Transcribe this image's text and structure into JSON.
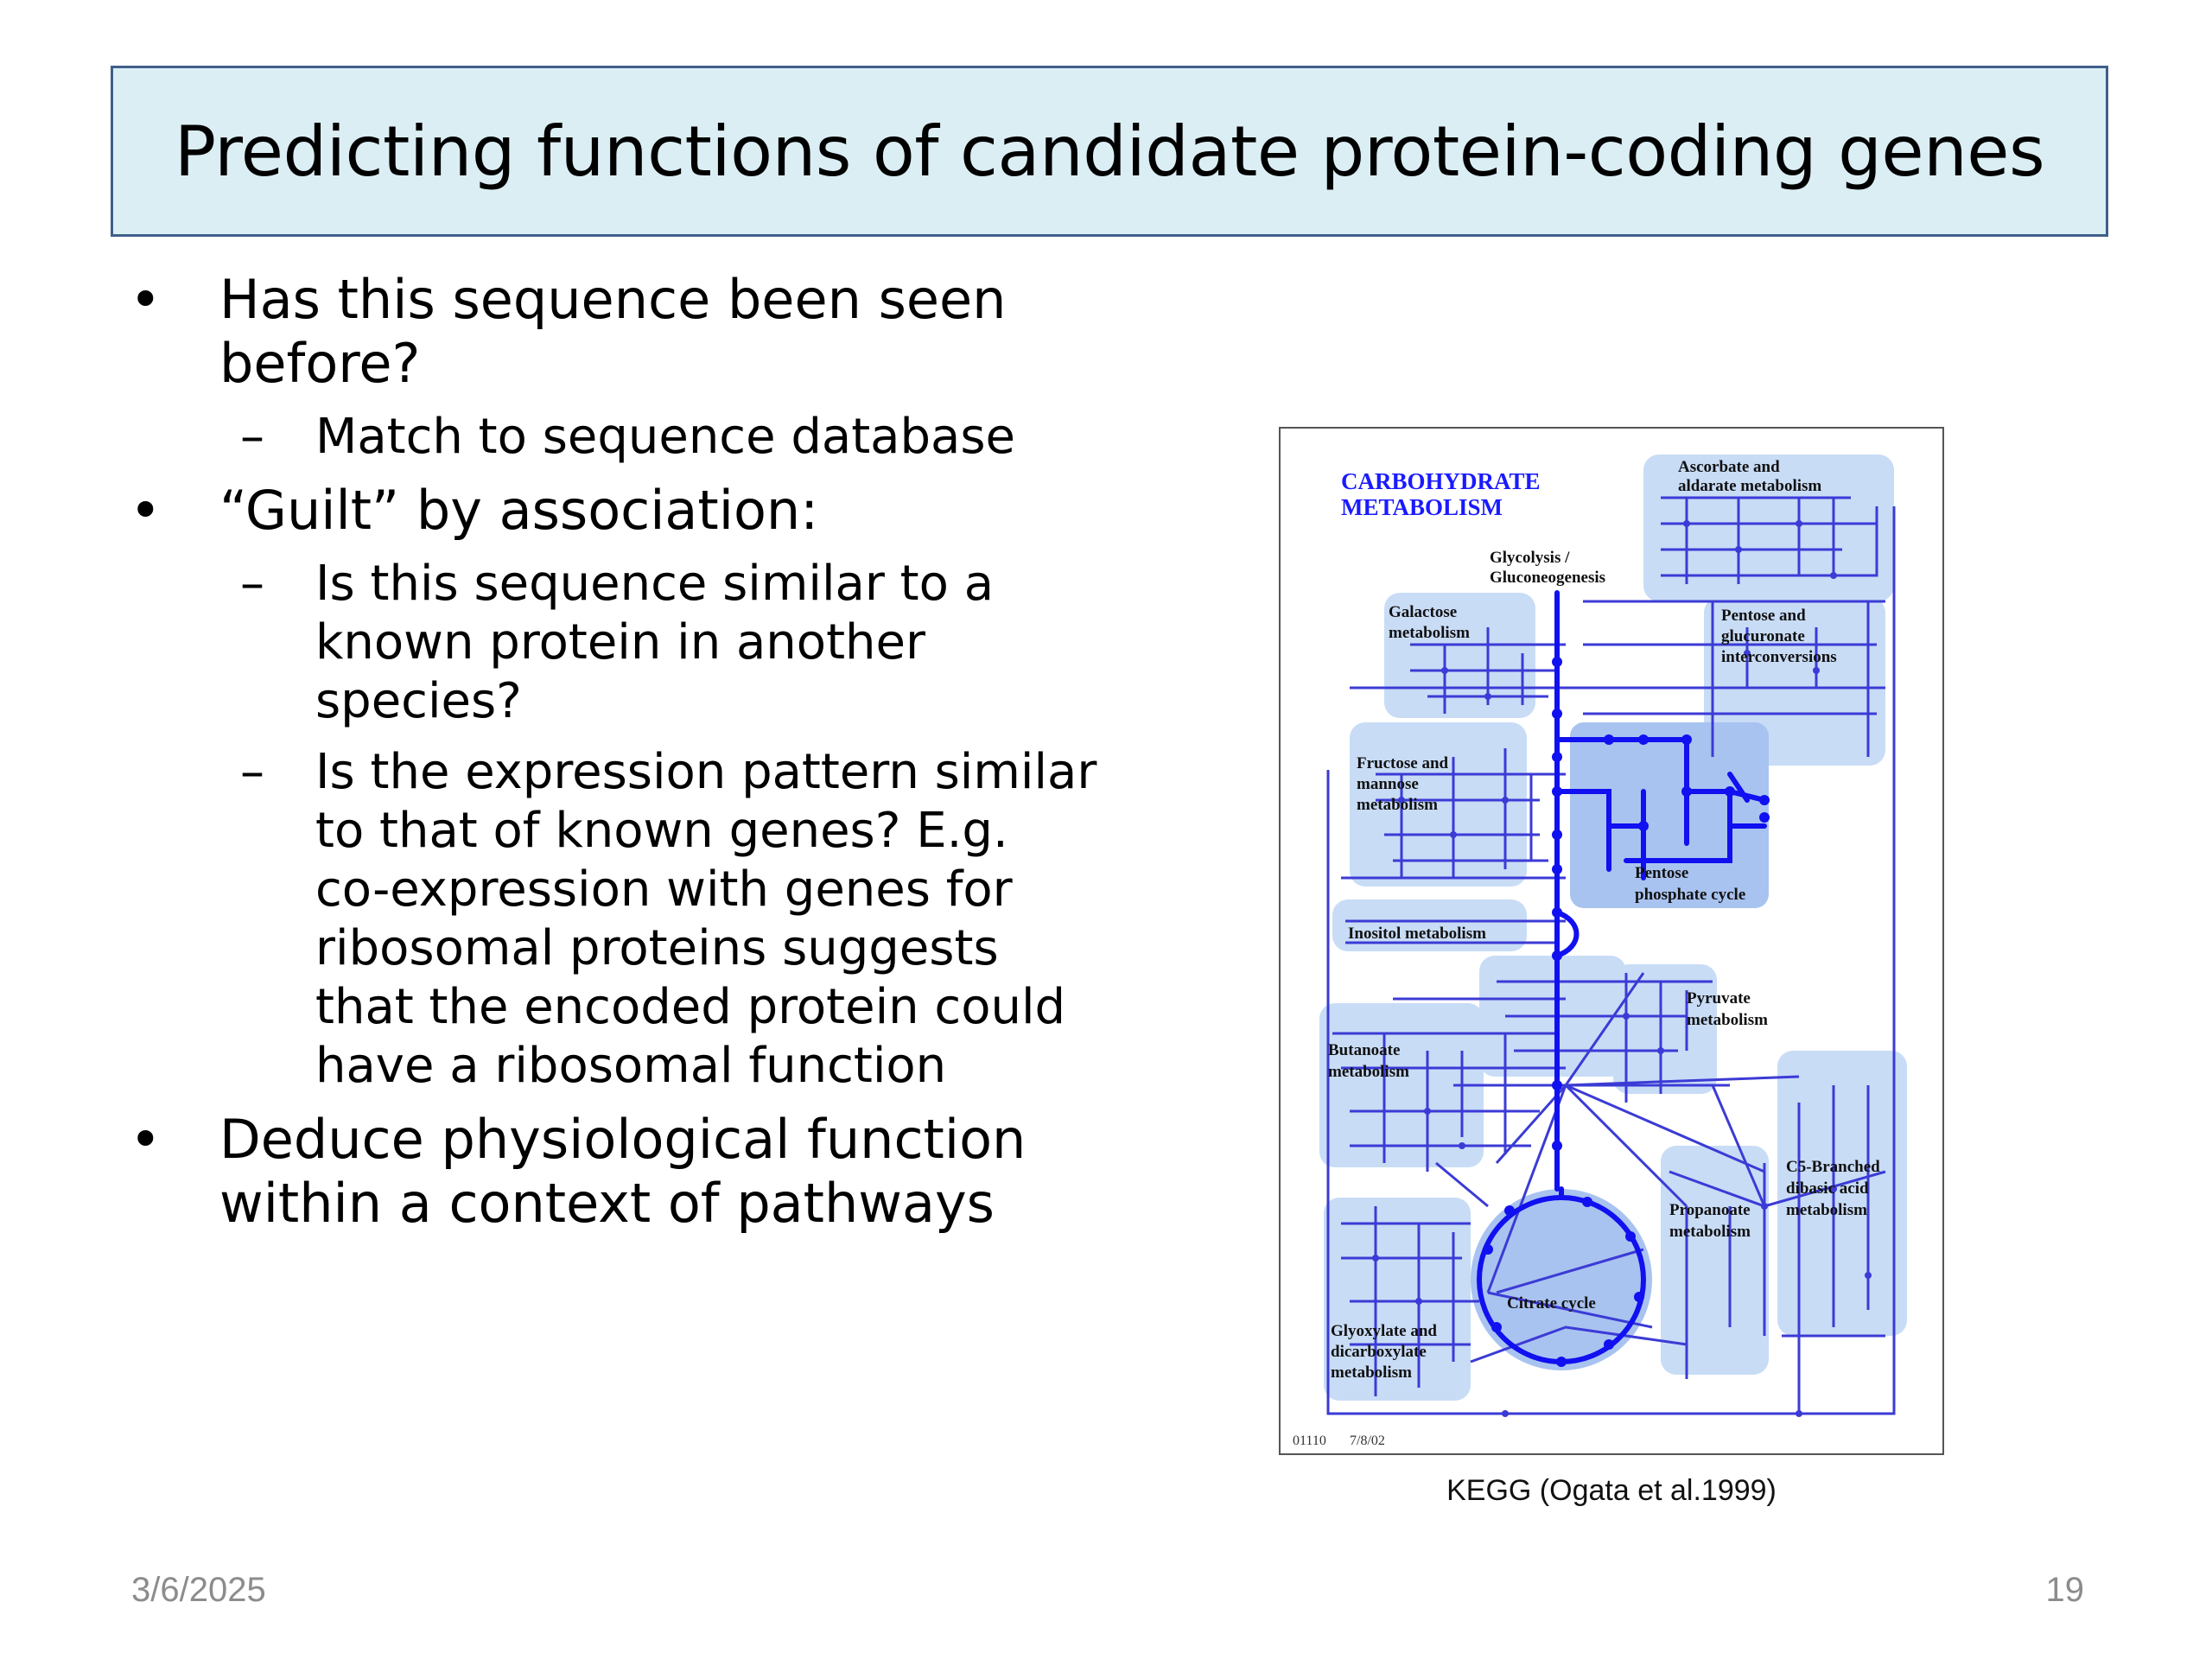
{
  "slide": {
    "title": "Predicting functions of candidate protein-coding genes",
    "bullets": [
      {
        "text": "Has this sequence been seen before?",
        "sub": [
          "Match to sequence database"
        ]
      },
      {
        "text": "“Guilt” by association:",
        "sub": [
          "Is this sequence similar to a known protein in another species?",
          "Is the expression pattern similar to that of known genes? E.g. co-expression with genes for ribosomal proteins suggests that the encoded protein could have a ribosomal function"
        ]
      },
      {
        "text": "Deduce physiological function within a context of pathways",
        "sub": []
      }
    ],
    "bullet_mark": "•",
    "sub_mark": "–",
    "date": "3/6/2025",
    "page_number": "19"
  },
  "figure": {
    "caption": "KEGG (Ogata et al.1999)",
    "map_title_line1": "CARBOHYDRATE",
    "map_title_line2": "METABOLISM",
    "map_id": "01110",
    "map_date": "7/8/02",
    "labels": {
      "ascorbate": [
        "Ascorbate and",
        "aldarate metabolism"
      ],
      "glycolysis": [
        "Glycolysis /",
        "Gluconeogenesis"
      ],
      "galactose": [
        "Galactose",
        "metabolism"
      ],
      "pentose_gluc": [
        "Pentose and",
        "glucuronate",
        "interconversions"
      ],
      "fructose": [
        "Fructose and",
        "mannose",
        "metabolism"
      ],
      "pentose_phosphate": [
        "Pentose",
        "phosphate cycle"
      ],
      "inositol": [
        "Inositol metabolism"
      ],
      "pyruvate": [
        "Pyruvate",
        "metabolism"
      ],
      "butanoate": [
        "Butanoate",
        "metabolism"
      ],
      "c5": [
        "C5-Branched",
        "dibasic acid",
        "metabolism"
      ],
      "propanoate": [
        "Propanoate",
        "metabolism"
      ],
      "citrate": [
        "Citrate cycle"
      ],
      "glyoxylate": [
        "Glyoxylate and",
        "dicarboxylate",
        "metabolism"
      ]
    },
    "colors": {
      "pathway": "#1a1aff",
      "region": "#c5dcf5",
      "highlight": "#a9c3f0",
      "title": "#1a1aff"
    }
  }
}
